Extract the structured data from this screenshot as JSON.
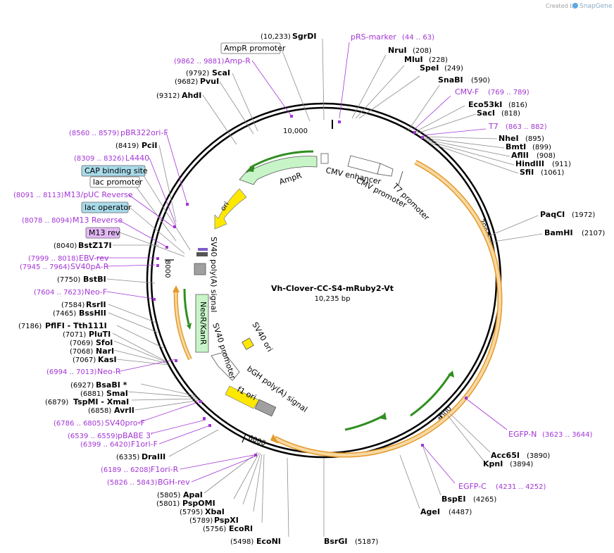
{
  "watermark": {
    "prefix": "Created by",
    "brand": "SnapGene"
  },
  "map": {
    "name": "Vh-Clover-CC-S4-mRuby2-Vt",
    "size": "10,235 bp"
  },
  "ticks": [
    "10,000",
    "2000",
    "4000",
    "6000",
    "8000"
  ],
  "enzymes": [
    {
      "name": "SgrDI",
      "pos": "(10,233)"
    },
    {
      "name": "NruI",
      "pos": "(208)"
    },
    {
      "name": "MluI",
      "pos": "(228)"
    },
    {
      "name": "SpeI",
      "pos": "(249)"
    },
    {
      "name": "SnaBI",
      "pos": "(590)"
    },
    {
      "name": "Eco53kI",
      "pos": "(816)"
    },
    {
      "name": "SacI",
      "pos": "(818)"
    },
    {
      "name": "NheI",
      "pos": "(895)"
    },
    {
      "name": "BmtI",
      "pos": "(899)"
    },
    {
      "name": "AflII",
      "pos": "(908)"
    },
    {
      "name": "HindIII",
      "pos": "(911)"
    },
    {
      "name": "SfiI",
      "pos": "(1061)"
    },
    {
      "name": "PaqCI",
      "pos": "(1972)"
    },
    {
      "name": "BamHI",
      "pos": "(2107)"
    },
    {
      "name": "Acc65I",
      "pos": "(3890)"
    },
    {
      "name": "KpnI",
      "pos": "(3894)"
    },
    {
      "name": "BspEI",
      "pos": "(4265)"
    },
    {
      "name": "AgeI",
      "pos": "(4487)"
    },
    {
      "name": "BsrGI",
      "pos": "(5187)"
    },
    {
      "name": "EcoNI",
      "pos": "(5498)"
    },
    {
      "name": "EcoRI",
      "pos": "(5756)"
    },
    {
      "name": "PspXI",
      "pos": "(5789)"
    },
    {
      "name": "XbaI",
      "pos": "(5795)"
    },
    {
      "name": "PspOMI",
      "pos": "(5801)"
    },
    {
      "name": "ApaI",
      "pos": "(5805)"
    },
    {
      "name": "DraIII",
      "pos": "(6335)"
    },
    {
      "name": "AvrII",
      "pos": "(6858)"
    },
    {
      "name": "TspMI - XmaI",
      "pos": "(6879)"
    },
    {
      "name": "SmaI",
      "pos": "(6881)"
    },
    {
      "name": "BsaBI *",
      "pos": "(6927)"
    },
    {
      "name": "KasI",
      "pos": "(7067)"
    },
    {
      "name": "NarI",
      "pos": "(7068)"
    },
    {
      "name": "SfoI",
      "pos": "(7069)"
    },
    {
      "name": "PluTI",
      "pos": "(7071)"
    },
    {
      "name": "PflFI - Tth111I",
      "pos": "(7186)"
    },
    {
      "name": "BssHII",
      "pos": "(7465)"
    },
    {
      "name": "RsrII",
      "pos": "(7584)"
    },
    {
      "name": "BstBI",
      "pos": "(7750)"
    },
    {
      "name": "BstZ17I",
      "pos": "(8040)"
    },
    {
      "name": "AhdI",
      "pos": "(9312)"
    },
    {
      "name": "PvuI",
      "pos": "(9682)"
    },
    {
      "name": "ScaI",
      "pos": "(9792)"
    },
    {
      "name": "PciI",
      "pos": "(8419)"
    }
  ],
  "primers": [
    {
      "name": "pRS-marker",
      "range": "(44 .. 63)"
    },
    {
      "name": "CMV-F",
      "range": "(769 .. 789)"
    },
    {
      "name": "T7",
      "range": "(863 .. 882)"
    },
    {
      "name": "EGFP-N",
      "range": "(3623 .. 3644)"
    },
    {
      "name": "EGFP-C",
      "range": "(4231 .. 4252)"
    },
    {
      "name": "BGH-rev",
      "range": "(5826 .. 5843)"
    },
    {
      "name": "F1ori-R",
      "range": "(6189 .. 6208)"
    },
    {
      "name": "F1ori-F",
      "range": "(6399 .. 6420)"
    },
    {
      "name": "pBABE 3'",
      "range": "(6539 .. 6559)"
    },
    {
      "name": "SV40pro-F",
      "range": "(6786 .. 6805)"
    },
    {
      "name": "Neo-R",
      "range": "(6994 .. 7013)"
    },
    {
      "name": "Neo-F",
      "range": "(7604 .. 7623)"
    },
    {
      "name": "SV40pA-R",
      "range": "(7945 .. 7964)"
    },
    {
      "name": "EBV-rev",
      "range": "(7999 .. 8018)"
    },
    {
      "name": "M13 Reverse",
      "range": "(8078 .. 8094)"
    },
    {
      "name": "M13/pUC Reverse",
      "range": "(8091 .. 8113)"
    },
    {
      "name": "L4440",
      "range": "(8309 .. 8326)"
    },
    {
      "name": "pBR322ori-F",
      "range": "(8560 .. 8579)"
    },
    {
      "name": "Amp-R",
      "range": "(9862 .. 9881)"
    }
  ],
  "boxed_labels": {
    "ampr_promoter": "AmpR promoter",
    "cap_binding": "CAP binding site",
    "lac_promoter": "lac promoter",
    "lac_operator": "lac operator",
    "m13_rev": "M13 rev"
  },
  "features": {
    "ampr": "AmpR",
    "ori": "ori",
    "cmv_enhancer": "CMV enhancer",
    "cmv_promoter": "CMV promoter",
    "t7_promoter": "T7 promoter",
    "sv40_polya": "SV40 poly(A) signal",
    "neor": "NeoR/KanR",
    "sv40_promoter": "SV40 promoter",
    "sv40_ori": "SV40 ori",
    "bgh_polya": "bGH poly(A) signal",
    "f1_ori": "f1 ori"
  },
  "colors": {
    "ampr": "#c8f5c8",
    "ori": "#ffe800",
    "orf_fill": "#f7d9a3",
    "orf_stroke": "#e49a2b",
    "orf_arrow": "#2f8f1f",
    "neor": "#c8f5c8",
    "f1_ori": "#ffe800",
    "sv40_ori": "#ffe800",
    "primer": "#a335d5",
    "box_blue": "#a8dbea",
    "box_purple": "#e3b8f5"
  }
}
